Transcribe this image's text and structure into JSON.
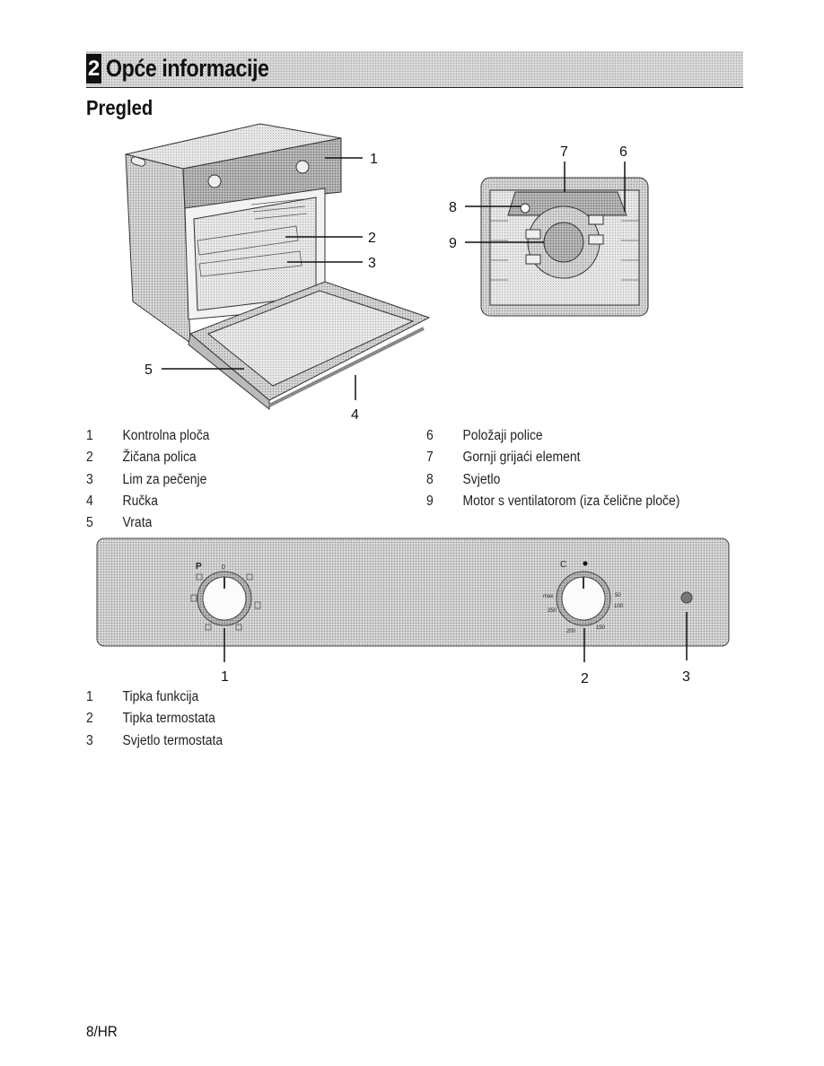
{
  "header": {
    "chapter_number": "2",
    "title": "Opće informacije"
  },
  "section": {
    "title": "Pregled"
  },
  "oven_callouts": [
    "1",
    "2",
    "3",
    "4",
    "5"
  ],
  "cavity_callouts": [
    "7",
    "6",
    "8",
    "9"
  ],
  "legend_left": [
    {
      "num": "1",
      "label": "Kontrolna ploča"
    },
    {
      "num": "2",
      "label": "Žičana polica"
    },
    {
      "num": "3",
      "label": "Lim za pečenje"
    },
    {
      "num": "4",
      "label": "Ručka"
    },
    {
      "num": "5",
      "label": "Vrata"
    }
  ],
  "legend_right": [
    {
      "num": "6",
      "label": "Položaji police"
    },
    {
      "num": "7",
      "label": "Gornji grijaći element"
    },
    {
      "num": "8",
      "label": "Svjetlo"
    },
    {
      "num": "9",
      "label": "Motor s ventilatorom (iza čelične ploče)"
    }
  ],
  "panel": {
    "function_knob_marks": [
      "P",
      "0"
    ],
    "thermostat_knob_marks": [
      "C",
      "max",
      "50",
      "100",
      "150",
      "200",
      "250"
    ],
    "callouts": [
      "1",
      "2",
      "3"
    ]
  },
  "legend_panel": [
    {
      "num": "1",
      "label": "Tipka funkcija"
    },
    {
      "num": "2",
      "label": "Tipka termostata"
    },
    {
      "num": "3",
      "label": "Svjetlo termostata"
    }
  ],
  "footer": {
    "page": "8/HR"
  }
}
